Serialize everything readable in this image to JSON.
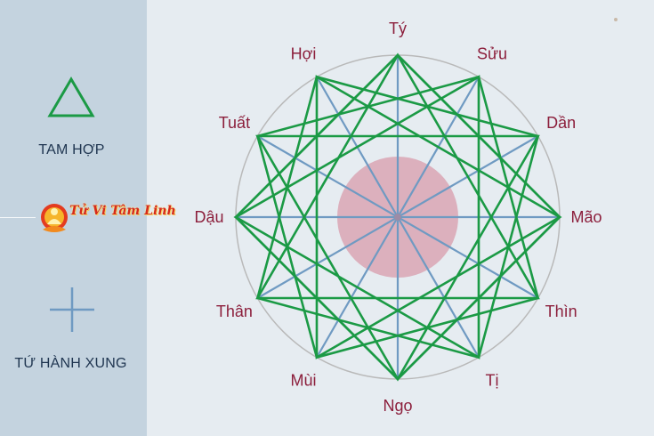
{
  "legend": {
    "tam_hop": {
      "label": "TAM HỢP",
      "icon": "triangle-icon",
      "color": "#1b9a45"
    },
    "tu_hanh_xung": {
      "label": "TỨ HÀNH XUNG",
      "icon": "plus-icon",
      "color": "#6f9ac2"
    }
  },
  "logo": {
    "text": "Tử Vi Tâm Linh",
    "text_color": "#d62a1b"
  },
  "diagram": {
    "branches": [
      "Tý",
      "Sửu",
      "Dần",
      "Mão",
      "Thìn",
      "Tị",
      "Ngọ",
      "Mùi",
      "Thân",
      "Dậu",
      "Tuất",
      "Hợi"
    ],
    "colors": {
      "tam_hop_lines": "#1b9a45",
      "tu_hanh_xung_lines": "#6f9ac2",
      "outer_circle": "#b9b9b9",
      "center_disc": "#d9a6b4",
      "labels": "#8c1f3c",
      "sidebar_bg": "#c4d3df",
      "page_bg": "#e6ecf1"
    }
  }
}
